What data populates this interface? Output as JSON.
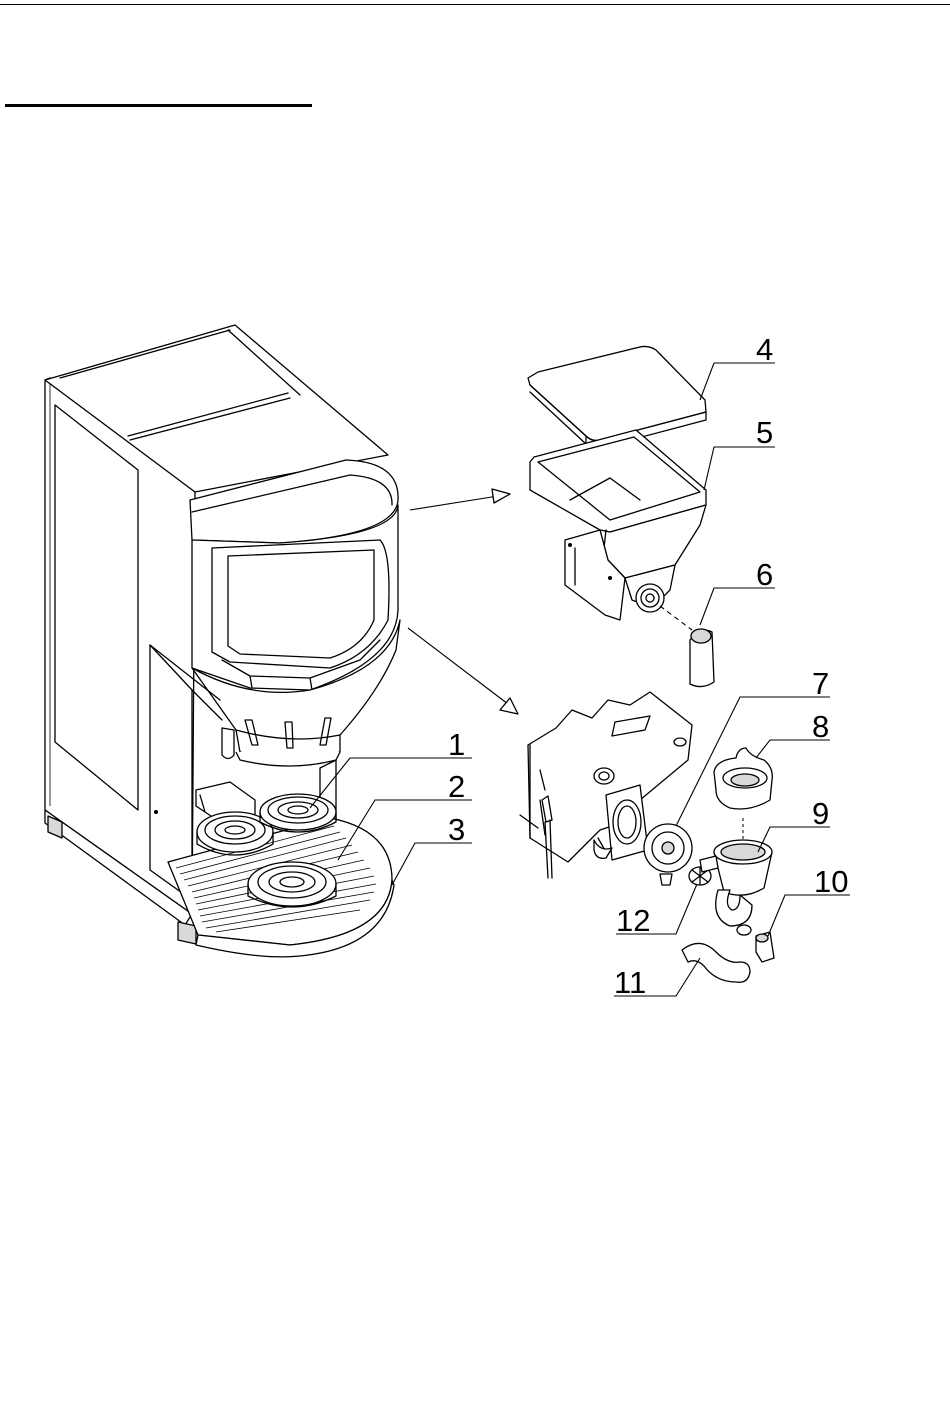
{
  "figure": {
    "callouts": [
      {
        "id": "callout-1",
        "label": "1"
      },
      {
        "id": "callout-2",
        "label": "2"
      },
      {
        "id": "callout-3",
        "label": "3"
      },
      {
        "id": "callout-4",
        "label": "4"
      },
      {
        "id": "callout-5",
        "label": "5"
      },
      {
        "id": "callout-6",
        "label": "6"
      },
      {
        "id": "callout-7",
        "label": "7"
      },
      {
        "id": "callout-8",
        "label": "8"
      },
      {
        "id": "callout-9",
        "label": "9"
      },
      {
        "id": "callout-10",
        "label": "10"
      },
      {
        "id": "callout-11",
        "label": "11"
      },
      {
        "id": "callout-12",
        "label": "12"
      }
    ],
    "colors": {
      "ink": "#000000",
      "paper": "#ffffff",
      "shade": "#d9d9d9"
    }
  }
}
